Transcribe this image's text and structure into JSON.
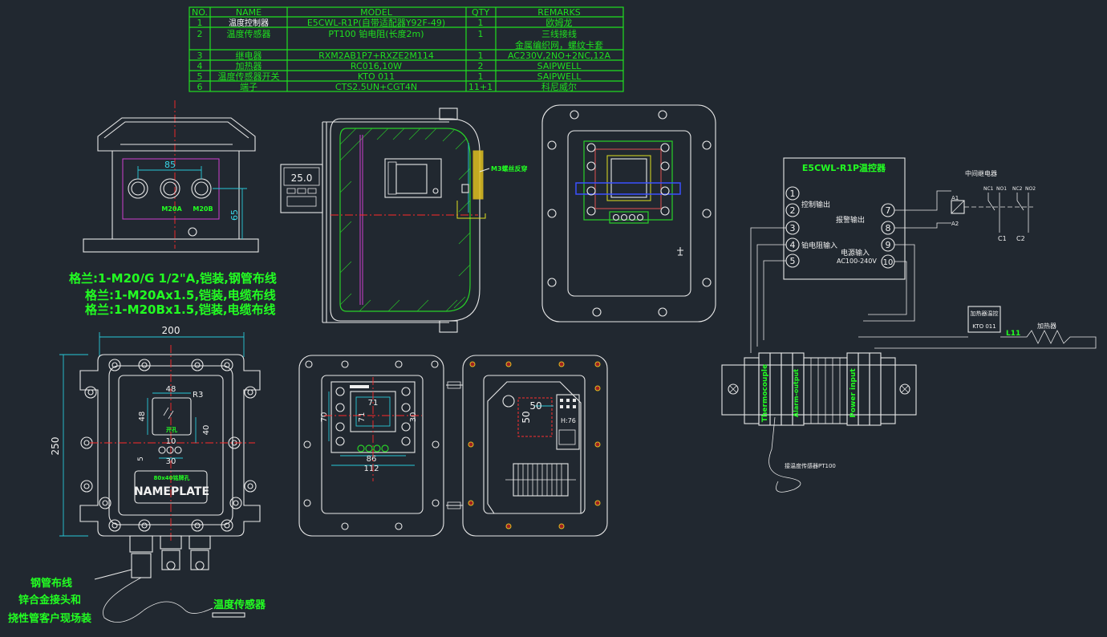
{
  "colors": {
    "background": "#212830",
    "bom": "#1fe01f",
    "outline": "#e8e8e8",
    "centerline": "#ff2a2a",
    "dimension": "#28c8d8",
    "accent_green": "#22ff22"
  },
  "bom": {
    "headers": [
      "NO.",
      "NAME",
      "MODEL",
      "QTY",
      "REMARKS"
    ],
    "rows": [
      {
        "no": "1",
        "name": "温度控制器",
        "model": "E5CWL-R1P(自带适配器Y92F-49)",
        "qty": "1",
        "remarks": "欧姆龙"
      },
      {
        "no": "2",
        "name": "温度传感器",
        "model": "PT100   铂电阻(长度2m)",
        "qty": "1",
        "remarks": "三线接线",
        "remarks2": "金属编织网，螺纹卡套"
      },
      {
        "no": "3",
        "name": "继电器",
        "model": "RXM2AB1P7+RXZE2M114",
        "qty": "1",
        "remarks": "AC230V,2NO+2NC,12A"
      },
      {
        "no": "4",
        "name": "加热器",
        "model": "RC016,10W",
        "qty": "2",
        "remarks": "SAIPWELL"
      },
      {
        "no": "5",
        "name": "温度传感器开关",
        "model": "KTO  011",
        "qty": "1",
        "remarks": "SAIPWELL"
      },
      {
        "no": "6",
        "name": "端子",
        "model": "CTS2.5UN+CGT4N",
        "qty": "11+1",
        "remarks": "科尼威尔"
      }
    ]
  },
  "front_view": {
    "dim_85": "85",
    "dim_65": "65",
    "gland_a": "M20A",
    "gland_b": "M20B"
  },
  "gland_notes": [
    "格兰:1-M20/G 1/2\"A,铠装,钢管布线",
    "格兰:1-M20Ax1.5,铠装,电缆布线",
    "格兰:1-M20Bx1.5,铠装,电缆布线"
  ],
  "side_view": {
    "label_m3": "M3螺丝反穿",
    "display_value": "25.0"
  },
  "top_view": {
    "dim_200": "200",
    "dim_250": "250",
    "dim_48_w": "48",
    "dim_48_h": "48",
    "dim_r3": "R3",
    "dim_40": "40",
    "dim_10": "10",
    "dim_30": "30",
    "dim_5": "5",
    "nameplate_small": "80x40铭牌孔",
    "nameplate": "NAMEPLATE",
    "cutout_label": "开孔"
  },
  "open_door": {
    "dim_71_w": "71",
    "dim_71_h": "71",
    "dim_70": "70",
    "dim_30": "30",
    "dim_86": "86",
    "dim_112": "112",
    "dim_50_w": "50",
    "dim_50_h": "50",
    "label_h76": "H:76"
  },
  "wiring": {
    "controller_title": "E5CWL-R1P温控器",
    "terminals_left": [
      "1",
      "2",
      "3",
      "4",
      "5"
    ],
    "terminals_right": [
      "7",
      "8",
      "9",
      "10"
    ],
    "label_control_out": "控制输出",
    "label_alarm_out": "报警输出",
    "label_rtd_in": "铂电阻输入",
    "label_power_in": "电源输入",
    "label_power_range": "AC100-240V",
    "relay_title": "中间继电器",
    "relay_nc1": "NC1",
    "relay_no1": "NO1",
    "relay_nc2": "NC2",
    "relay_no2": "NO2",
    "relay_a1": "A1",
    "relay_a2": "A2",
    "relay_c1": "C1",
    "relay_c2": "C2",
    "thermostat_label": "加热器温控",
    "thermostat_model": "KTO 011",
    "heater_label": "加热器",
    "l11": "L11",
    "tb_thermocouple": "Thermocouple",
    "tb_alarm": "Alarm-output",
    "tb_power": "Power input",
    "sensor_label": "接温度传感器PT100"
  },
  "bottom_notes": {
    "line1": "钢管布线",
    "line2": "锌合金接头和",
    "line3": "挠性管客户现场装",
    "sensor": "温度传感器"
  }
}
